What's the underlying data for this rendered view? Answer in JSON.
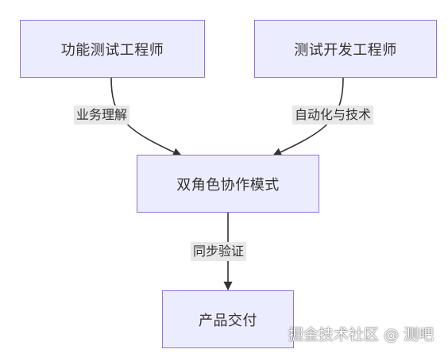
{
  "nodes": {
    "functional_tester": "功能测试工程师",
    "test_dev_engineer": "测试开发工程师",
    "dual_role_mode": "双角色协作模式",
    "product_delivery": "产品交付"
  },
  "edges": {
    "business_understanding": "业务理解",
    "automation_tech": "自动化与技术",
    "sync_verification": "同步验证"
  },
  "watermark": "掘金技术社区 @ 测吧",
  "colors": {
    "node_fill": "#ececff",
    "node_border": "#9370db",
    "edge_line": "#333333",
    "label_bg": "#e8e8e8"
  }
}
